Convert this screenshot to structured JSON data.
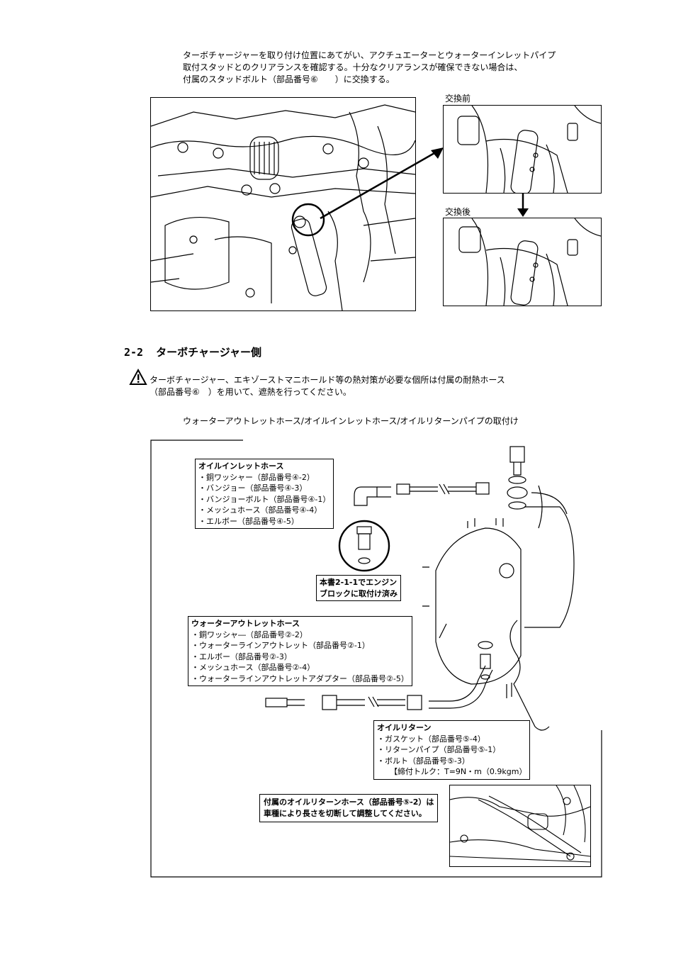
{
  "intro": {
    "line1": "ターボチャージャーを取り付け位置にあてがい、アクチュエーターとウォーターインレットパイプ",
    "line2": "取付スタッドとのクリアランスを確認する。十分なクリアランスが確保できない場合は、",
    "line3": "付属のスタッドボルト（部品番号⑥　　）に交換する。"
  },
  "figure1": {
    "before_label": "交換前",
    "after_label": "交換後"
  },
  "section": {
    "number": "2-2",
    "title": "ターボチャージャー側"
  },
  "warning": {
    "icon": "warning-triangle-icon",
    "line1": "ターボチャージャー、エキゾーストマニホールド等の熱対策が必要な個所は付属の耐熱ホース",
    "line2": "（部品番号⑥　）を用いて、遮熱を行ってください。"
  },
  "subheading": "ウォーターアウトレットホース/オイルインレットホース/オイルリターンパイプの取付け",
  "figure2": {
    "oil_inlet": {
      "title": "オイルインレットホース",
      "items": [
        "・銅ワッシャー（部品番号④-2）",
        "・バンジョー（部品番号④-3）",
        "・バンジョーボルト（部品番号④-1）",
        "・メッシュホース（部品番号④-4）",
        "・エルボー（部品番号④-5）"
      ]
    },
    "engine_note": {
      "line1": "本書2-1-1でエンジン",
      "line2": "ブロックに取付け済み"
    },
    "water_outlet": {
      "title": "ウォーターアウトレットホース",
      "items": [
        "・銅ワッシャ―（部品番号②-2）",
        "・ウォーターラインアウトレット（部品番号②-1）",
        "・エルボー（部品番号②-3）",
        "・メッシュホース（部品番号②-4）",
        "・ウォーターラインアウトレットアダプター（部品番号②-5）"
      ]
    },
    "oil_return": {
      "title": "オイルリターン",
      "items": [
        "・ガスケット（部品番号⑤-4）",
        "・リターンパイプ（部品番号⑤-1）",
        "・ボルト（部品番号⑤-3）"
      ],
      "torque": "【締付トルク：T=9N・m（0.9kgm）"
    },
    "hose_note": {
      "line1": "付属のオイルリターンホース（部品番号⑤-2）は",
      "line2": "車種により長さを切断して調整してください。"
    }
  }
}
